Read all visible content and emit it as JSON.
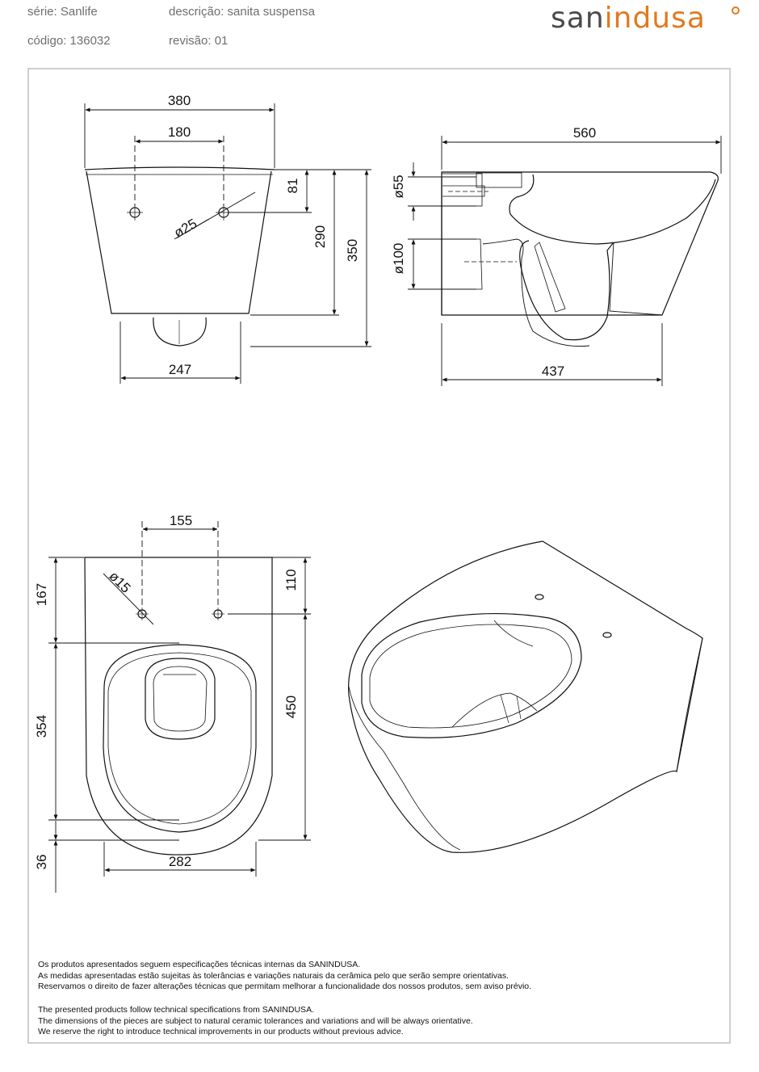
{
  "header": {
    "serie": "série: Sanlife",
    "descricao": "descrição: sanita suspensa",
    "codigo": "código: 136032",
    "revisao": "revisão: 01",
    "brand_plain": "san",
    "brand_accent": "indusa",
    "brand_color": "#e07a1f"
  },
  "dimensions": {
    "front_width": "380",
    "front_holes": "180",
    "front_hole_dia": "ø25",
    "front_top_to_holes": "81",
    "front_height_290": "290",
    "front_height_350": "350",
    "front_base": "247",
    "side_length": "560",
    "side_inlet_dia": "ø55",
    "side_outlet_dia": "ø100",
    "side_base": "437",
    "top_holes": "155",
    "top_hole_dia": "ø15",
    "top_edge_to_holes": "110",
    "top_167": "167",
    "top_354": "354",
    "top_450": "450",
    "top_36": "36",
    "top_282": "282"
  },
  "notes_pt": [
    "Os produtos apresentados seguem especificações técnicas internas da SANINDUSA.",
    "As medidas apresentadas estão sujeitas às tolerâncias e variações naturais da cerâmica pelo que serão sempre orientativas.",
    "Reservamos o direito de fazer alterações técnicas que permitam melhorar a funcionalidade dos nossos produtos, sem aviso prévio."
  ],
  "notes_en": [
    "The presented products follow technical specifications from SANINDUSA.",
    "The dimensions of the pieces are subject to natural ceramic tolerances and variations and will be always orientative.",
    "We reserve the right to introduce technical improvements in our products without previous advice."
  ]
}
